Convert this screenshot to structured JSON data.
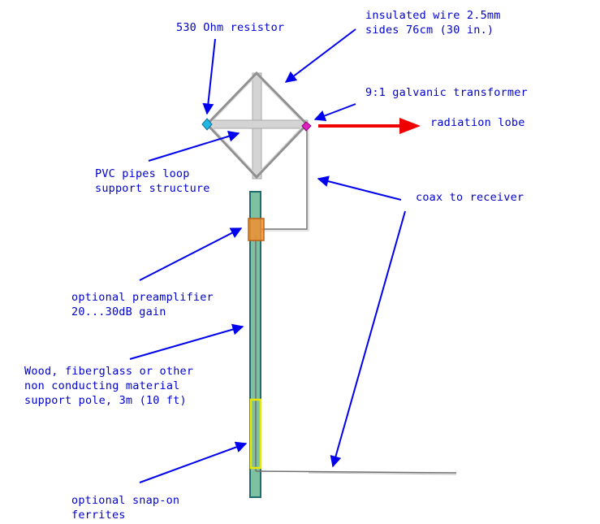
{
  "labels": {
    "resistor": "530 Ohm resistor",
    "wire_line1": "insulated wire 2.5mm",
    "wire_line2": "sides 76cm (30 in.)",
    "transformer": "9:1 galvanic transformer",
    "radiation": "radiation lobe",
    "pvc_line1": "PVC pipes loop",
    "pvc_line2": "support structure",
    "coax": "coax to receiver",
    "preamp_line1": "optional preamplifier",
    "preamp_line2": "20...30dB gain",
    "pole_line1": "Wood, fiberglass or other",
    "pole_line2": "non conducting material",
    "pole_line3": "support pole, 3m (10 ft)",
    "ferrite_line1": "optional snap-on",
    "ferrite_line2": "ferrites"
  },
  "colors": {
    "label_text": "#0000cc",
    "pointer_arrow": "#0000ee",
    "radiation_arrow": "#ee0000",
    "pole_fill": "#7fc0a0",
    "pole_stroke": "#1e6e6e",
    "pvc_pipe": "#d4d4d4",
    "pvc_outline": "#a8a8a8",
    "loop_wire": "#909090",
    "preamp_fill": "#f09030",
    "preamp_stroke": "#c06010",
    "ferrite_stroke": "#e8e800",
    "resistor": "#20b8e0",
    "transformer": "#e020c0",
    "coax": "#707070"
  }
}
